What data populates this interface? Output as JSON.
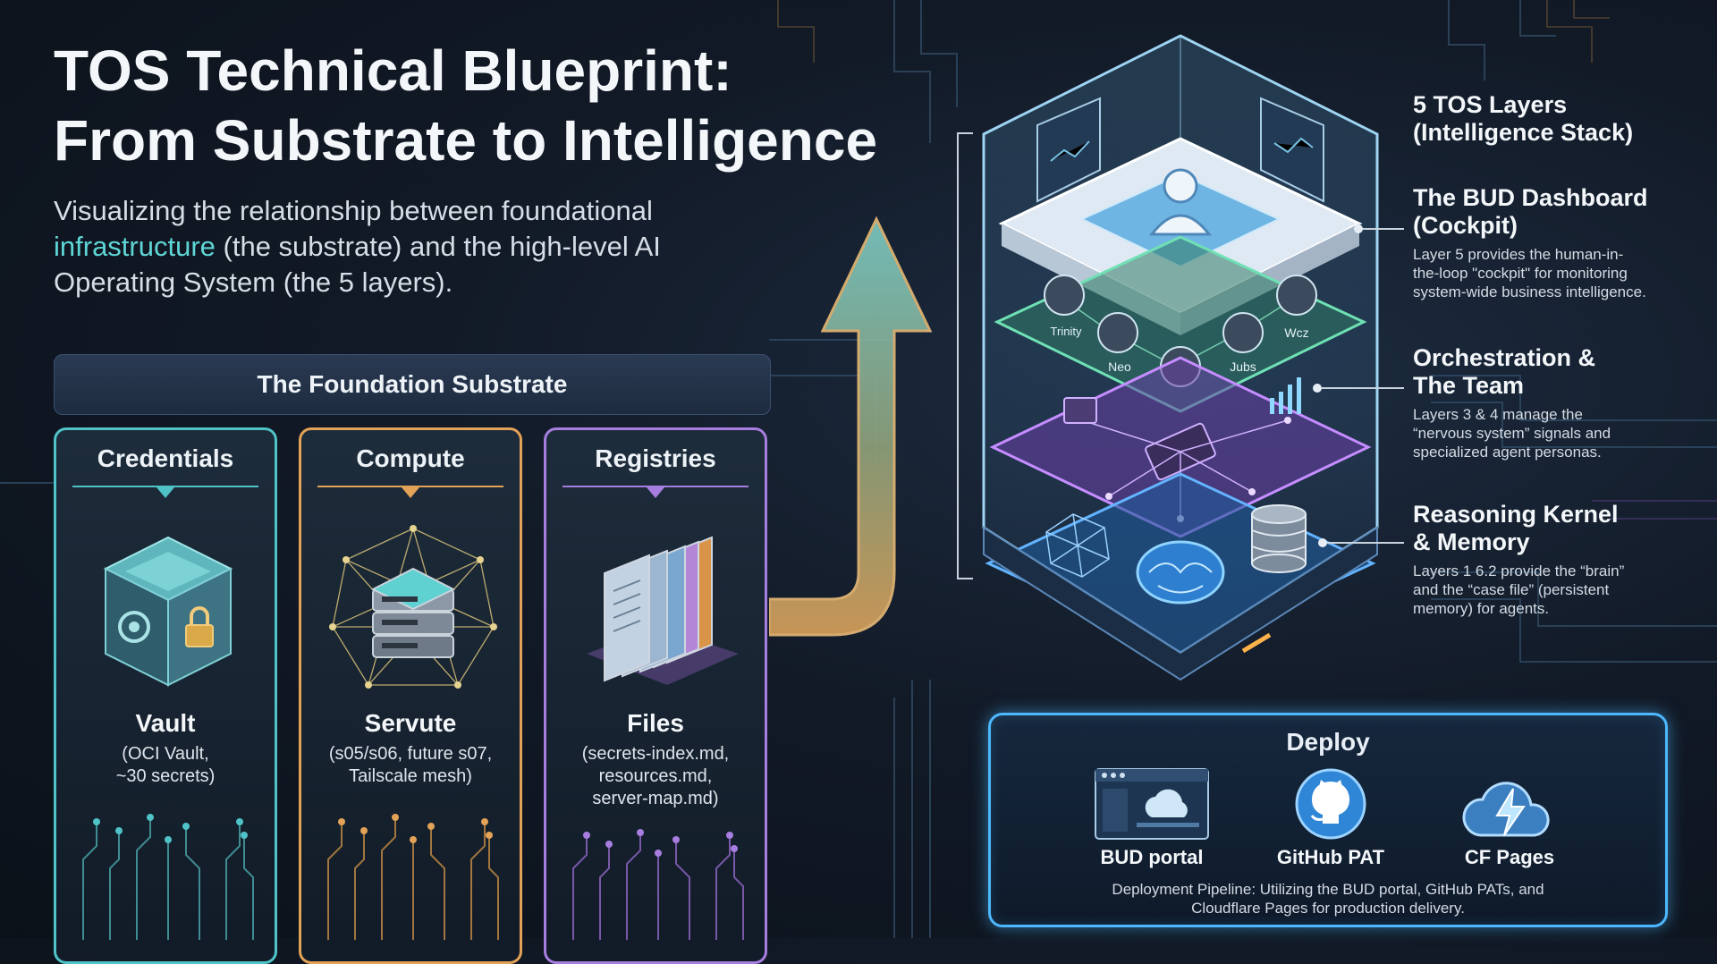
{
  "header": {
    "title_line1": "TOS Technical Blueprint:",
    "title_line2": "From Substrate to Intelligence",
    "subtitle_part1": "Visualizing the relationship between foundational ",
    "subtitle_highlight": "infrastructure",
    "subtitle_part2": " (the substrate) and the high-level AI Operating System (the 5 layers)."
  },
  "foundation": {
    "banner": "The Foundation Substrate",
    "columns": [
      {
        "heading": "Credentials",
        "name": "Vault",
        "detail_lines": [
          "(OCI Vault,",
          "~30 secrets)"
        ],
        "icon": "vault-safe-icon",
        "color": "#4fc3c8"
      },
      {
        "heading": "Compute",
        "name": "Servute",
        "detail_lines": [
          "(s05/s06, future s07,",
          "Tailscale mesh)"
        ],
        "icon": "server-mesh-icon",
        "color": "#e2a257"
      },
      {
        "heading": "Registries",
        "name": "Files",
        "detail_lines": [
          "(secrets-index.md,",
          "resources.md,",
          "server-map.md)"
        ],
        "icon": "files-folder-icon",
        "color": "#a77ee0"
      }
    ]
  },
  "stack": {
    "personas": [
      "Trinity",
      "Neo",
      "Jubs",
      "Wcz"
    ]
  },
  "annotations": {
    "stack_title_line1": "5 TOS Layers",
    "stack_title_line2": "(Intelligence Stack)",
    "items": [
      {
        "title_line1": "The BUD Dashboard",
        "title_line2": "(Cockpit)",
        "desc_lines": [
          "Layer 5 provides the human-in-",
          "the-loop \"cockpit\" for monitoring",
          "system-wide business intelligence."
        ]
      },
      {
        "title_line1": "Orchestration &",
        "title_line2": "The Team",
        "desc_lines": [
          "Layers 3 & 4 manage the",
          "“nervous system” signals and",
          "specialized agent personas."
        ]
      },
      {
        "title_line1": "Reasoning Kernel",
        "title_line2": "& Memory",
        "desc_lines": [
          "Layers 1 6.2 provide the “brain”",
          "and the “case file” (persistent",
          "memory) for agents."
        ]
      }
    ]
  },
  "deploy": {
    "title": "Deploy",
    "tools": [
      {
        "label": "BUD portal",
        "icon": "bud-portal-icon"
      },
      {
        "label": "GitHub PAT",
        "icon": "github-icon"
      },
      {
        "label": "CF Pages",
        "icon": "cloudflare-pages-icon"
      }
    ],
    "caption_lines": [
      "Deployment Pipeline: Utilizing the BUD portal, GitHub PATs, and",
      "Cloudflare Pages for production delivery."
    ]
  }
}
